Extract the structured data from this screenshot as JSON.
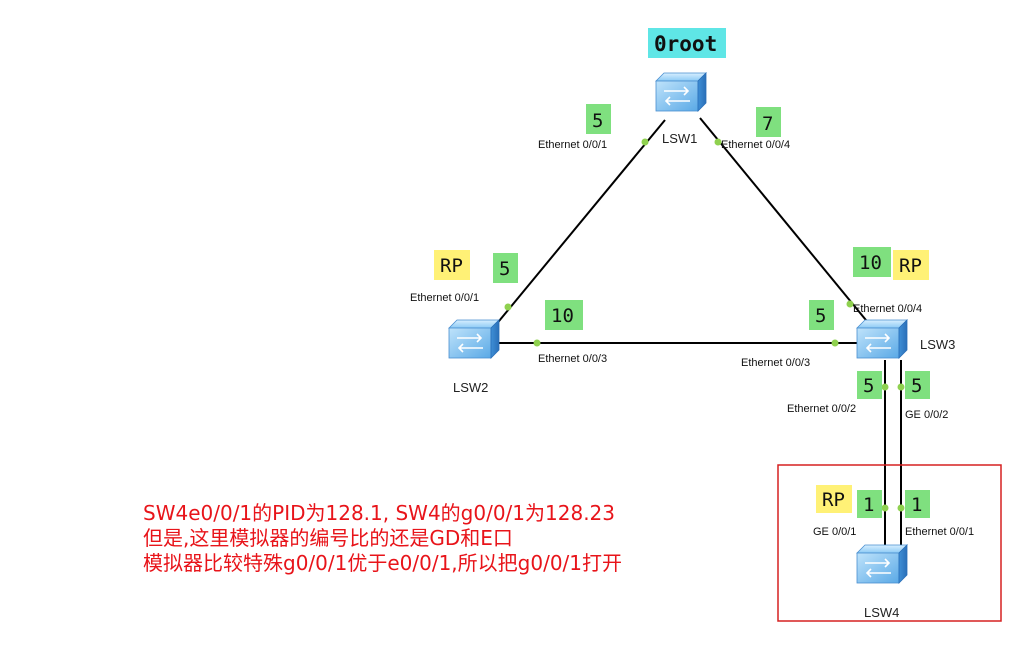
{
  "colors": {
    "cost_badge": "#7fe07f",
    "rp_badge": "#fff176",
    "root_badge": "#5fe6e6",
    "link": "#000000",
    "port_dot": "#8fd14f",
    "switch_body": "#7fc0f0",
    "note_text": "#e8141a",
    "highlight_box": "#d62020"
  },
  "switches": {
    "lsw1": {
      "name": "LSW1",
      "icon": "switch-icon"
    },
    "lsw2": {
      "name": "LSW2",
      "icon": "switch-icon"
    },
    "lsw3": {
      "name": "LSW3",
      "icon": "switch-icon"
    },
    "lsw4": {
      "name": "LSW4",
      "icon": "switch-icon"
    }
  },
  "root_badge": "0root",
  "ports": {
    "lsw1_e001": "Ethernet 0/0/1",
    "lsw1_e004": "Ethernet 0/0/4",
    "lsw2_e001": "Ethernet 0/0/1",
    "lsw2_e003": "Ethernet 0/0/3",
    "lsw3_e004": "Ethernet 0/0/4",
    "lsw3_e003": "Ethernet 0/0/3",
    "lsw3_e002": "Ethernet 0/0/2",
    "lsw3_ge002": "GE 0/0/2",
    "lsw4_ge001": "GE 0/0/1",
    "lsw4_e001": "Ethernet 0/0/1"
  },
  "costs": {
    "lsw1_e001": "5",
    "lsw1_e004": "7",
    "lsw2_e001": "5",
    "lsw2_e003": "10",
    "lsw3_e004": "10",
    "lsw3_e003": "5",
    "lsw3_e002": "5",
    "lsw3_ge002": "5",
    "lsw4_ge001": "1",
    "lsw4_e001": "1"
  },
  "rp_labels": {
    "lsw2": "RP",
    "lsw3": "RP",
    "lsw4": "RP"
  },
  "note": {
    "line1": "SW4e0/0/1的PID为128.1, SW4的g0/0/1为128.23",
    "line2": "但是,这里模拟器的编号比的还是GD和E口",
    "line3": "模拟器比较特殊g0/0/1优于e0/0/1,所以把g0/0/1打开"
  }
}
